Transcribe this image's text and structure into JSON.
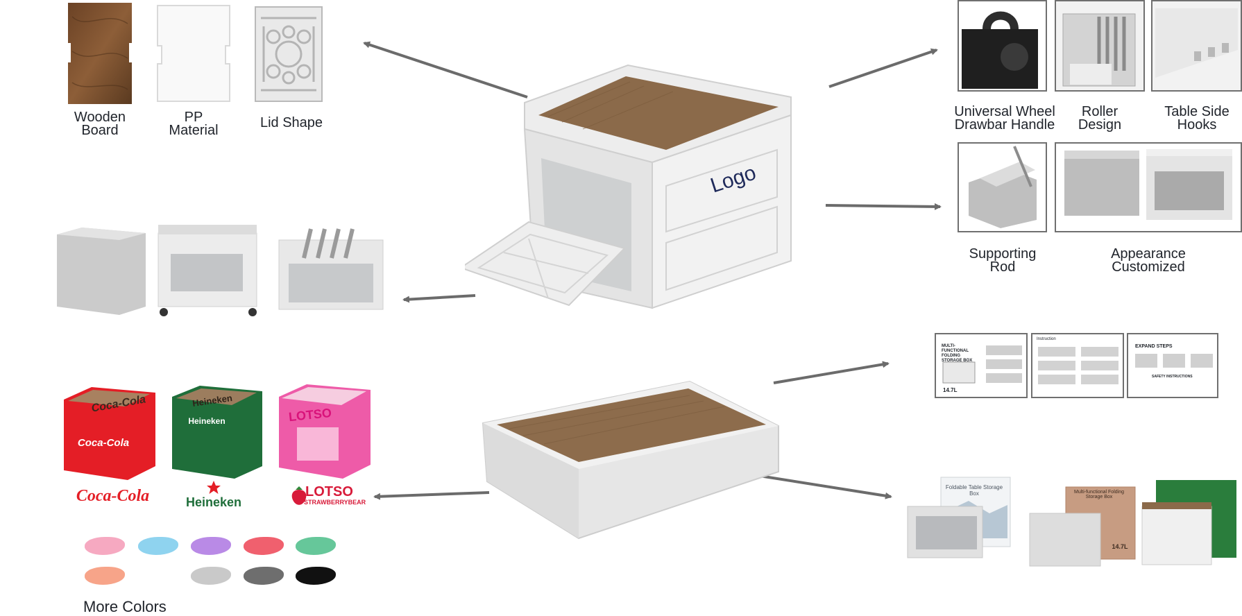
{
  "materials": {
    "wooden_board": "Wooden\nBoard",
    "pp_material": "PP\nMaterial",
    "lid_shape": "Lid Shape"
  },
  "center_box": {
    "logo_text": "Logo"
  },
  "features": {
    "universal_wheel": "Universal Wheel\nDrawbar Handle",
    "roller_design": "Roller\nDesign",
    "table_side_hooks": "Table Side\nHooks",
    "supporting_rod": "Supporting\nRod",
    "appearance_customized": "Appearance\nCustomized"
  },
  "brands": {
    "cocacola_lid": "Coca-Cola",
    "cocacola_front": "Coca-Cola",
    "heineken_lid": "Heineken",
    "heineken_front": "Heineken",
    "lotso_lid": "LOTSO",
    "cocacola_logo": "Coca-Cola",
    "heineken_logo": "Heineken",
    "lotso_logo_main": "LOTSO",
    "lotso_logo_sub": "STRAWBERRYBEAR"
  },
  "more_colors_label": "More Colors",
  "packaging": {
    "box1_title": "Foldable Table Storage Box",
    "box2_title": "Multi-functional Folding Storage Box",
    "box_capacity": "14.7L"
  },
  "manuals": {
    "manual1_title": "MULTI-FUNCTIONAL FOLDING STORAGE BOX",
    "manual1_capacity": "14.7L",
    "manual2_title": "Instruction",
    "manual3_title": "EXPAND STEPS",
    "manual3_sub": "SAFETY INSTRUCTIONS"
  },
  "colors": {
    "swatches": [
      "#f6a9c1",
      "#8fd3ef",
      "#b98ae6",
      "#f0606e",
      "#66c79a",
      "#f7a489",
      "#c9c9c9",
      "#6e6e6e",
      "#111111"
    ],
    "coca_red": "#e41e26",
    "heineken_green": "#1f6e3a",
    "lotso_pink": "#ee5ba8",
    "wood": "#8b6a4a",
    "arrow": "#6b6b6b"
  }
}
